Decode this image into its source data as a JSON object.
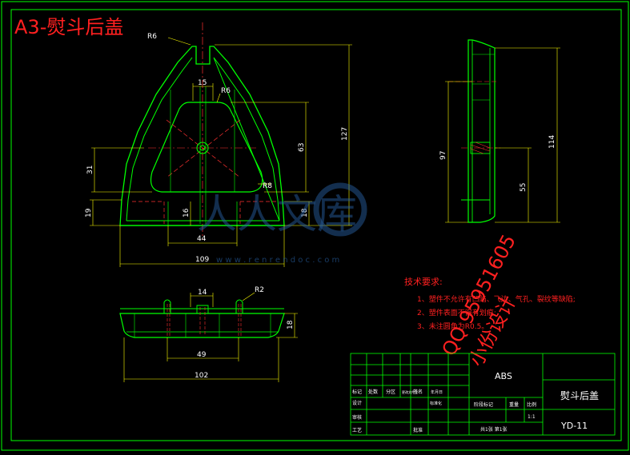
{
  "sheet_title": "A3-熨斗后盖",
  "front_view": {
    "r6_top": "R6",
    "dim_15": "15",
    "r6_inner": "R6",
    "dim_127": "127",
    "dim_63": "63",
    "dim_31": "31",
    "r8": "R8",
    "dim_19": "19",
    "dim_16": "16",
    "dim_18": "18",
    "dim_44": "44",
    "dim_109": "109"
  },
  "side_view": {
    "dim_97": "97",
    "dim_114": "114",
    "dim_55": "55"
  },
  "bottom_view": {
    "dim_14": "14",
    "r2": "R2",
    "dim_18": "18",
    "dim_49": "49",
    "dim_102": "102"
  },
  "tech_req": {
    "heading": "技术要求:",
    "items": [
      "1、塑件不允许有凹陷、飞边、气孔、裂纹等缺陷;",
      "2、塑件表面不得有划痕;",
      "3、未注圆角为R0.5。"
    ]
  },
  "watermark": {
    "site_cn": "人人文库",
    "site_url": "w w w . r e n r e n d o c . c o m",
    "qq": "QQ 95951605",
    "design_note": "小份设计"
  },
  "title_block": {
    "material": "ABS",
    "part_name": "熨斗后盖",
    "drawing_no": "YD-11",
    "scale_label": "比例",
    "scale_value": "1:1",
    "weight_label": "重量",
    "stage_label": "阶段标记",
    "sheet_count": "共1张  第1张",
    "row_labels": {
      "mark": "标记",
      "count": "处数",
      "zone": "分区",
      "doc_no": "更改文件号",
      "sign": "签名",
      "date": "年月日",
      "design": "设计",
      "standard": "标准化",
      "review": "审核",
      "process": "工艺",
      "approve": "批准"
    }
  },
  "colors": {
    "background": "#000000",
    "outline": "#00ff00",
    "dimension": "#ffff00",
    "hidden": "#ff3030",
    "centerline": "#ff3030",
    "text": "#ffffff",
    "title_red": "#ff2020",
    "watermark_blue": "#2a64a8"
  }
}
